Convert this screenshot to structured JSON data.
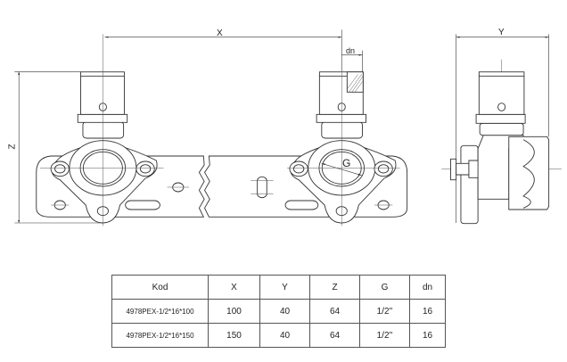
{
  "drawing": {
    "labels": {
      "x": "X",
      "y": "Y",
      "z": "Z",
      "g": "G",
      "dn": "dn"
    }
  },
  "table": {
    "headers": [
      "Kod",
      "X",
      "Y",
      "Z",
      "G",
      "dn"
    ],
    "rows": [
      [
        "4978PEX-1/2*16*100",
        "100",
        "40",
        "64",
        "1/2''",
        "16"
      ],
      [
        "4978PEX-1/2*16*150",
        "150",
        "40",
        "64",
        "1/2''",
        "16"
      ]
    ]
  }
}
